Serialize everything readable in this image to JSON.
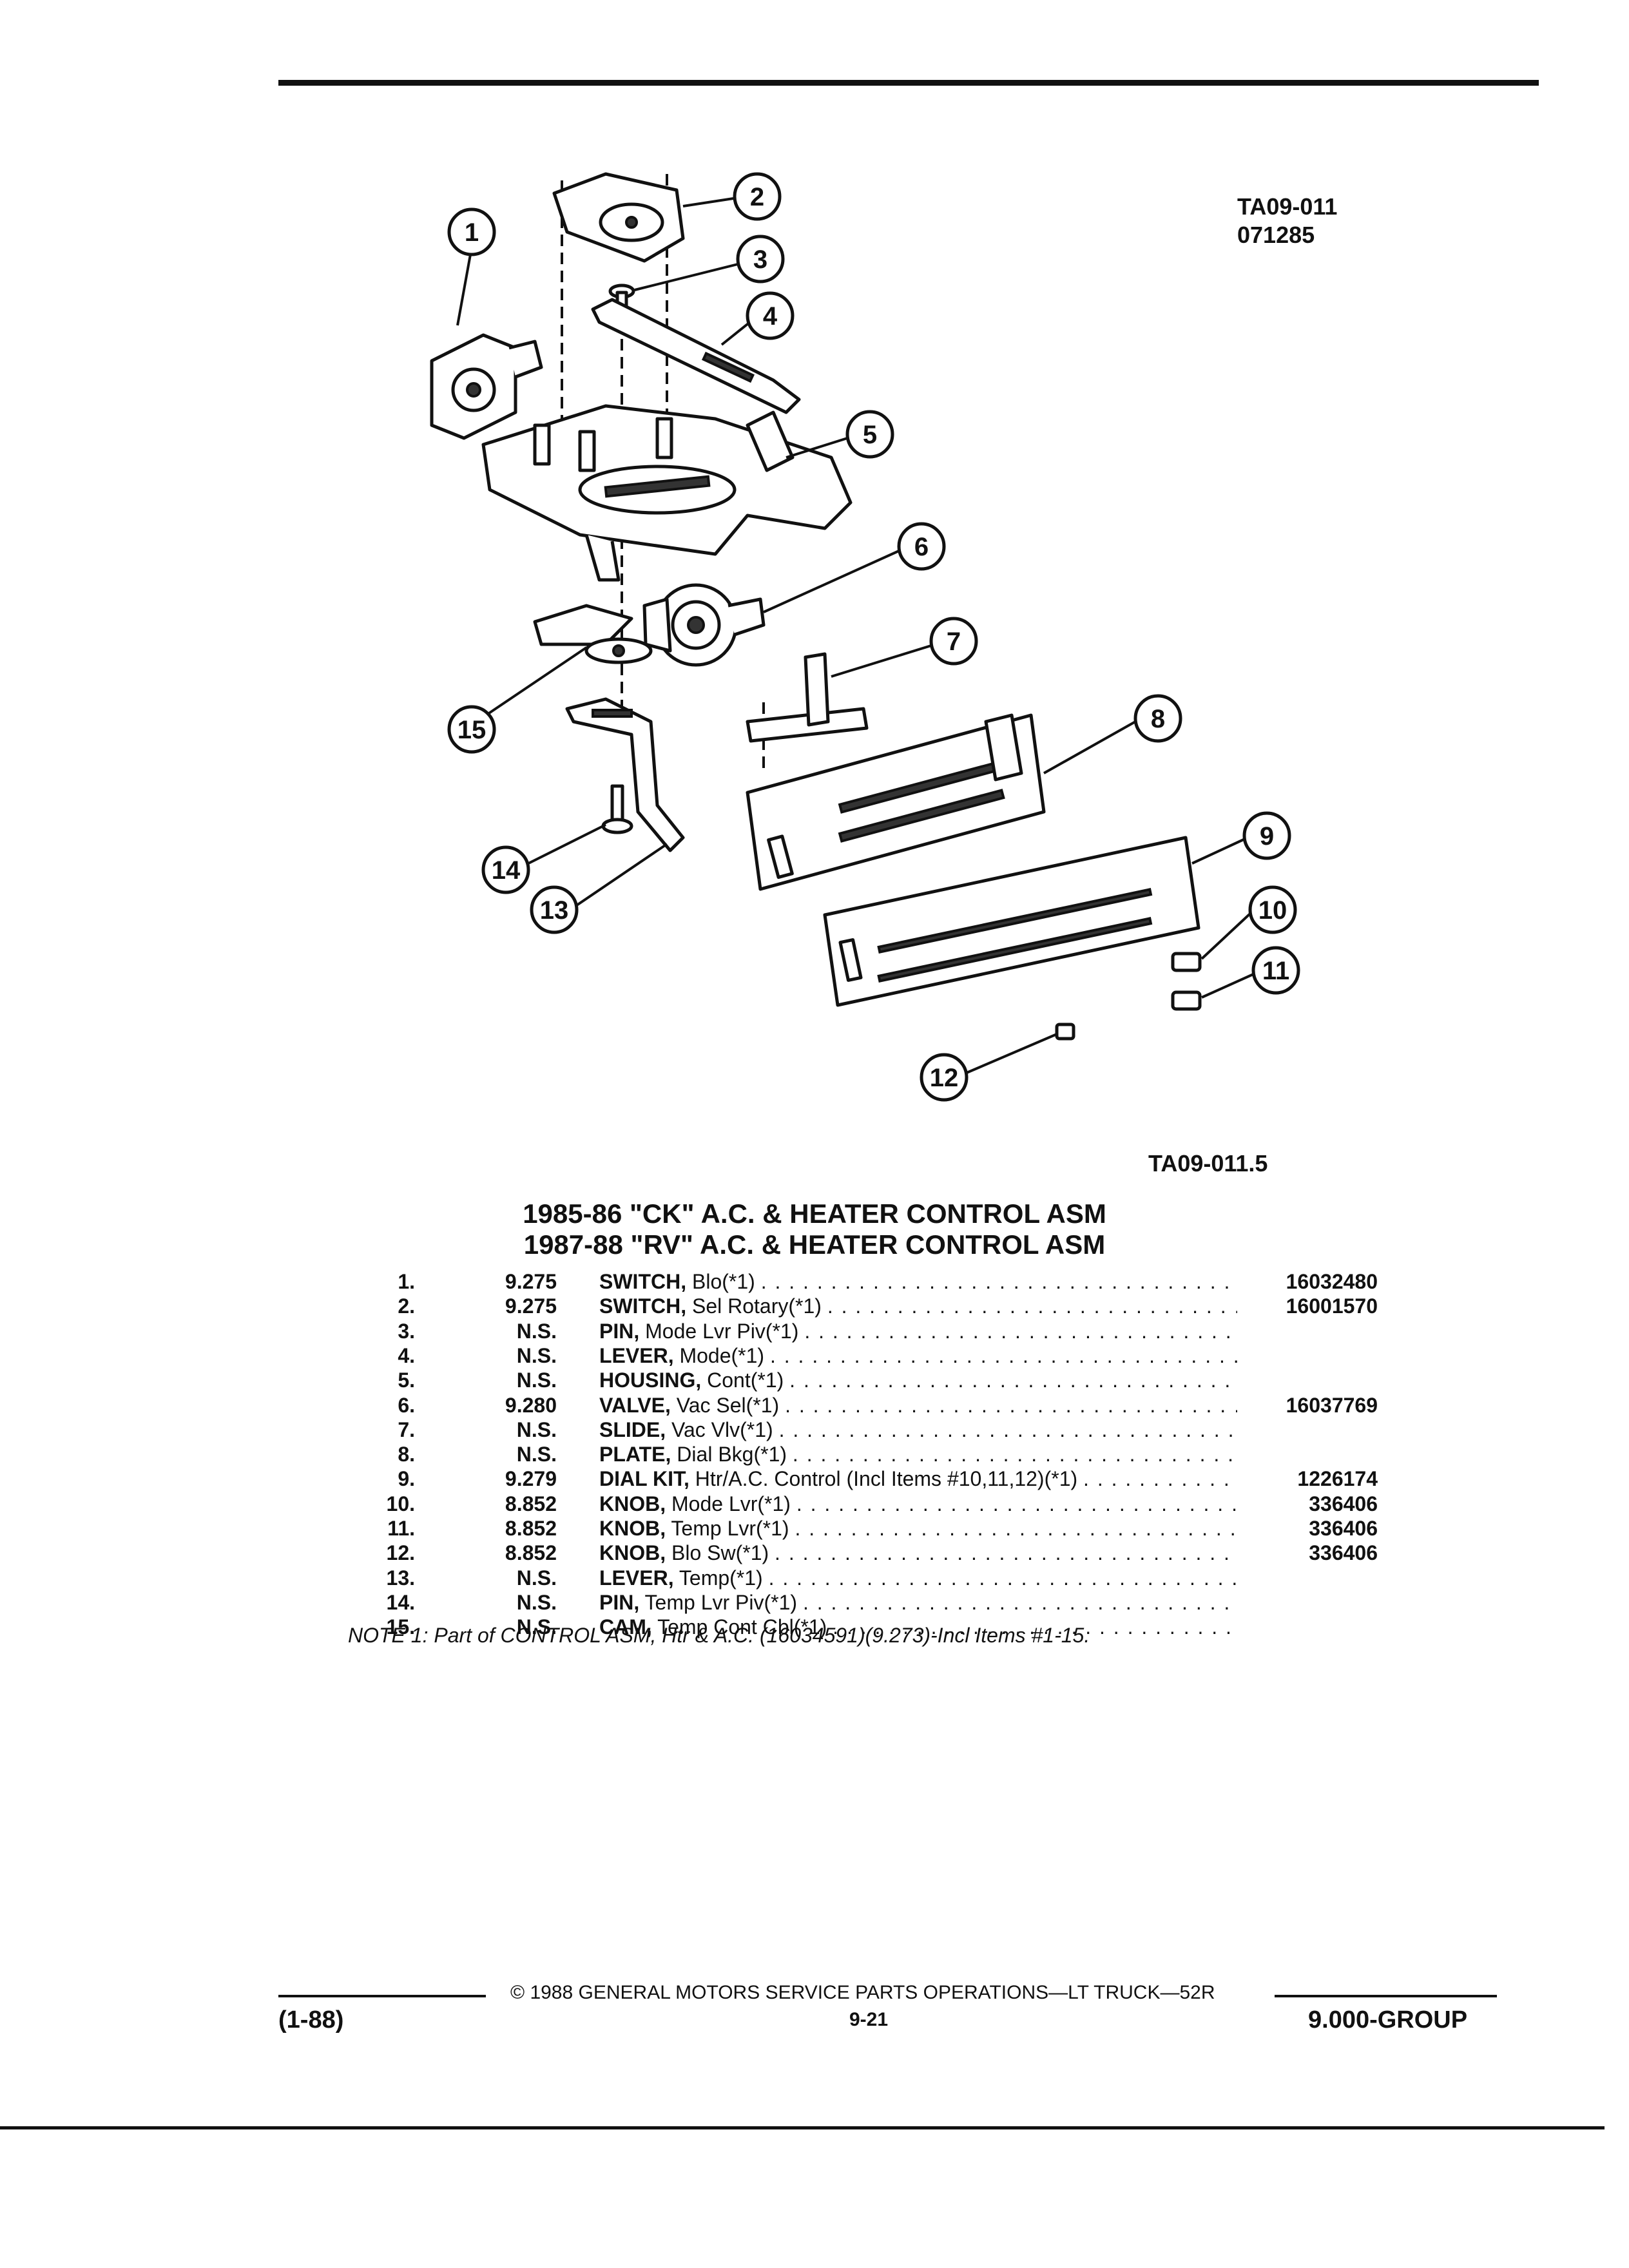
{
  "header": {
    "ref_top_1": "TA09-011",
    "ref_top_2": "071285",
    "ref_bottom": "TA09-011.5"
  },
  "diagram": {
    "callouts": [
      "1",
      "2",
      "3",
      "4",
      "5",
      "6",
      "7",
      "8",
      "9",
      "10",
      "11",
      "12",
      "13",
      "14",
      "15"
    ]
  },
  "title": {
    "line1": "1985-86 \"CK\" A.C. & HEATER CONTROL ASM",
    "line2": "1987-88 \"RV\" A.C. & HEATER CONTROL ASM"
  },
  "parts": [
    {
      "num": "1.",
      "group": "9.275",
      "name": "SWITCH,",
      "detail": "Blo(*1)",
      "part_no": "16032480"
    },
    {
      "num": "2.",
      "group": "9.275",
      "name": "SWITCH,",
      "detail": "Sel Rotary(*1)",
      "part_no": "16001570"
    },
    {
      "num": "3.",
      "group": "N.S.",
      "name": "PIN,",
      "detail": "Mode Lvr Piv(*1)",
      "part_no": ""
    },
    {
      "num": "4.",
      "group": "N.S.",
      "name": "LEVER,",
      "detail": "Mode(*1)",
      "part_no": ""
    },
    {
      "num": "5.",
      "group": "N.S.",
      "name": "HOUSING,",
      "detail": "Cont(*1)",
      "part_no": ""
    },
    {
      "num": "6.",
      "group": "9.280",
      "name": "VALVE,",
      "detail": "Vac Sel(*1)",
      "part_no": "16037769"
    },
    {
      "num": "7.",
      "group": "N.S.",
      "name": "SLIDE,",
      "detail": "Vac Vlv(*1)",
      "part_no": ""
    },
    {
      "num": "8.",
      "group": "N.S.",
      "name": "PLATE,",
      "detail": "Dial Bkg(*1)",
      "part_no": ""
    },
    {
      "num": "9.",
      "group": "9.279",
      "name": "DIAL KIT,",
      "detail": "Htr/A.C. Control (Incl Items #10,11,12)(*1)",
      "part_no": "1226174"
    },
    {
      "num": "10.",
      "group": "8.852",
      "name": "KNOB,",
      "detail": "Mode Lvr(*1)",
      "part_no": "336406"
    },
    {
      "num": "11.",
      "group": "8.852",
      "name": "KNOB,",
      "detail": "Temp Lvr(*1)",
      "part_no": "336406"
    },
    {
      "num": "12.",
      "group": "8.852",
      "name": "KNOB,",
      "detail": "Blo Sw(*1)",
      "part_no": "336406"
    },
    {
      "num": "13.",
      "group": "N.S.",
      "name": "LEVER,",
      "detail": "Temp(*1)",
      "part_no": ""
    },
    {
      "num": "14.",
      "group": "N.S.",
      "name": "PIN,",
      "detail": "Temp Lvr Piv(*1)",
      "part_no": ""
    },
    {
      "num": "15.",
      "group": "N.S.",
      "name": "CAM,",
      "detail": "Temp Cont Cbl(*1)",
      "part_no": ""
    }
  ],
  "note": "NOTE 1: Part of CONTROL ASM, Htr & A.C. (16034591)(9.273)-Incl Items #1-15.",
  "footer": {
    "copyright": "© 1988 GENERAL MOTORS SERVICE PARTS OPERATIONS—LT TRUCK—52R",
    "date": "(1-88)",
    "page": "9-21",
    "group": "9.000-GROUP"
  }
}
